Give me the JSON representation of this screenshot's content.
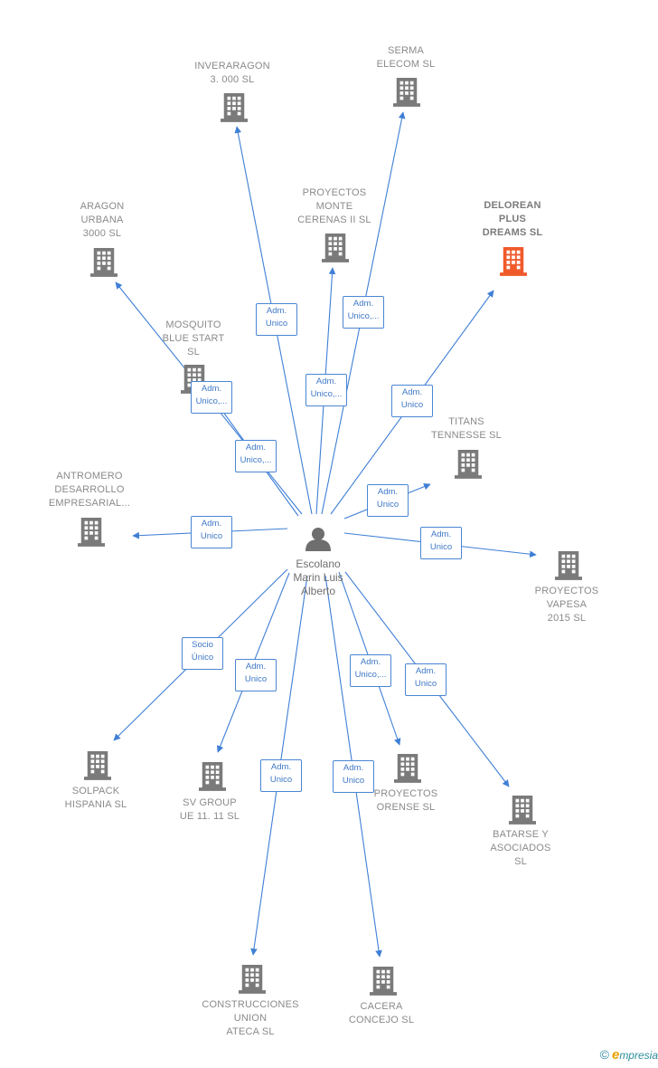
{
  "center": {
    "name": "Escolano\nMarin Luis\nAlberto",
    "icon": "person-icon"
  },
  "colors": {
    "edge": "#3f7fd6",
    "building": "#7a7a7a",
    "building_highlight": "#f05a2b",
    "label": "#8a8a8a"
  },
  "nodes": [
    {
      "id": "inveraragon",
      "name": "INVERARAGON\n3. 000 SL",
      "icon": "building-icon",
      "highlight": false,
      "relation": "Adm.\nUnico"
    },
    {
      "id": "serma",
      "name": "SERMA\nELECOM  SL",
      "icon": "building-icon",
      "highlight": false,
      "relation": "Adm.\nUnico,..."
    },
    {
      "id": "proyectos-monte",
      "name": "PROYECTOS\nMONTE\nCERENAS II  SL",
      "icon": "building-icon",
      "highlight": false,
      "relation": "Adm.\nUnico,..."
    },
    {
      "id": "delorean",
      "name": "DELOREAN\nPLUS\nDREAMS  SL",
      "icon": "building-icon",
      "highlight": true,
      "relation": "Adm.\nUnico"
    },
    {
      "id": "aragon-urbana",
      "name": "ARAGON\nURBANA\n3000 SL",
      "icon": "building-icon",
      "highlight": false,
      "relation": "Adm.\nUnico,..."
    },
    {
      "id": "mosquito",
      "name": "MOSQUITO\nBLUE START\nSL",
      "icon": "building-icon",
      "highlight": false,
      "relation": "Adm.\nUnico,..."
    },
    {
      "id": "titans",
      "name": "TITANS\nTENNESSE  SL",
      "icon": "building-icon",
      "highlight": false,
      "relation": "Adm.\nUnico"
    },
    {
      "id": "antromero",
      "name": "ANTROMERO\nDESARROLLO\nEMPRESARIAL...",
      "icon": "building-icon",
      "highlight": false,
      "relation": "Adm.\nUnico"
    },
    {
      "id": "vapesa",
      "name": "PROYECTOS\nVAPESA\n2015  SL",
      "icon": "building-icon",
      "highlight": false,
      "relation": "Adm.\nUnico"
    },
    {
      "id": "solpack",
      "name": "SOLPACK\nHISPANIA SL",
      "icon": "building-icon",
      "highlight": false,
      "relation": "Socio\nÚnico"
    },
    {
      "id": "svgroup",
      "name": "SV GROUP\nUE 11. 11  SL",
      "icon": "building-icon",
      "highlight": false,
      "relation": "Adm.\nUnico"
    },
    {
      "id": "orense",
      "name": "PROYECTOS\nORENSE  SL",
      "icon": "building-icon",
      "highlight": false,
      "relation": "Adm.\nUnico,..."
    },
    {
      "id": "batarse",
      "name": "BATARSE Y\nASOCIADOS\nSL",
      "icon": "building-icon",
      "highlight": false,
      "relation": "Adm.\nUnico"
    },
    {
      "id": "construcciones",
      "name": "CONSTRUCCIONES\nUNION\nATECA SL",
      "icon": "building-icon",
      "highlight": false,
      "relation": "Adm.\nUnico"
    },
    {
      "id": "cacera",
      "name": "CACERA\nCONCEJO  SL",
      "icon": "building-icon",
      "highlight": false,
      "relation": "Adm.\nUnico"
    }
  ],
  "footer": {
    "copyright": "©",
    "brand_e": "e",
    "brand_rest": "mpresia"
  }
}
